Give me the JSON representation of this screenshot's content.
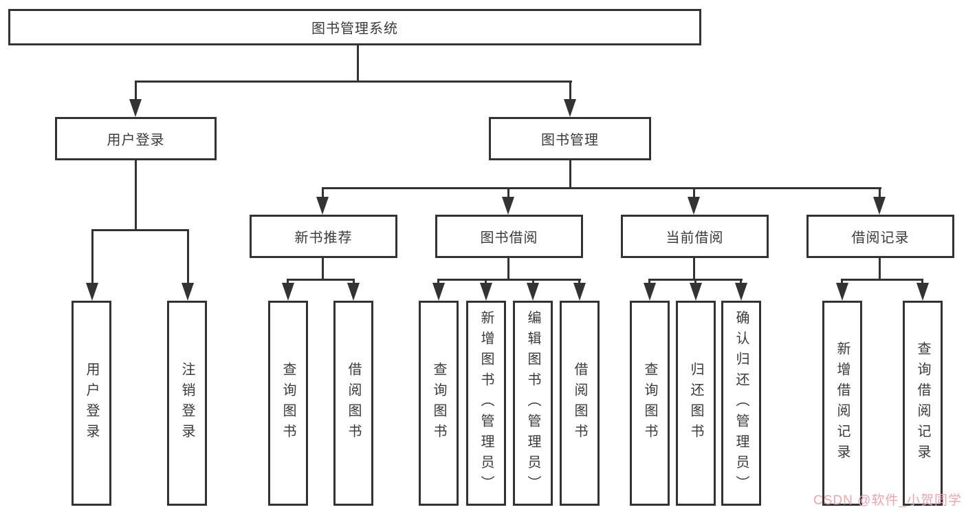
{
  "diagram": {
    "title": "图书管理系统",
    "nodes": [
      {
        "id": "root",
        "label": "图书管理系统"
      },
      {
        "id": "user-login",
        "label": "用户登录"
      },
      {
        "id": "book-mgmt",
        "label": "图书管理"
      },
      {
        "id": "new-book-rec",
        "label": "新书推荐"
      },
      {
        "id": "book-borrow",
        "label": "图书借阅"
      },
      {
        "id": "current-borrow",
        "label": "当前借阅"
      },
      {
        "id": "borrow-records",
        "label": "借阅记录"
      },
      {
        "id": "v-user-login",
        "label": "用户登录"
      },
      {
        "id": "v-logout",
        "label": "注销登录"
      },
      {
        "id": "v-query-book-1",
        "label": "查询图书"
      },
      {
        "id": "v-borrow-book-1",
        "label": "借阅图书"
      },
      {
        "id": "v-query-book-2",
        "label": "查询图书"
      },
      {
        "id": "v-add-book",
        "label": "新增图书（管理员）"
      },
      {
        "id": "v-edit-book",
        "label": "编辑图书（管理员）"
      },
      {
        "id": "v-borrow-book-2",
        "label": "借阅图书"
      },
      {
        "id": "v-query-book-3",
        "label": "查询图书"
      },
      {
        "id": "v-return-book",
        "label": "归还图书"
      },
      {
        "id": "v-confirm-return",
        "label": "确认归还（管理员）"
      },
      {
        "id": "v-add-borrow-record",
        "label": "新增借阅记录"
      },
      {
        "id": "v-query-borrow-record",
        "label": "查询借阅记录"
      }
    ],
    "tree": {
      "图书管理系统": {
        "用户登录": [
          "用户登录",
          "注销登录"
        ],
        "图书管理": {
          "新书推荐": [
            "查询图书",
            "借阅图书"
          ],
          "图书借阅": [
            "查询图书",
            "新增图书（管理员）",
            "编辑图书（管理员）",
            "借阅图书"
          ],
          "当前借阅": [
            "查询图书",
            "归还图书",
            "确认归还（管理员）"
          ],
          "借阅记录": [
            "新增借阅记录",
            "查询借阅记录"
          ]
        }
      }
    }
  },
  "watermark": {
    "text": "CSDN @软件_小贺同学",
    "color": "#efa3ac"
  },
  "colors": {
    "line": "#333333",
    "box_border": "#333333",
    "text": "#3a3a3a",
    "background": "#ffffff"
  }
}
